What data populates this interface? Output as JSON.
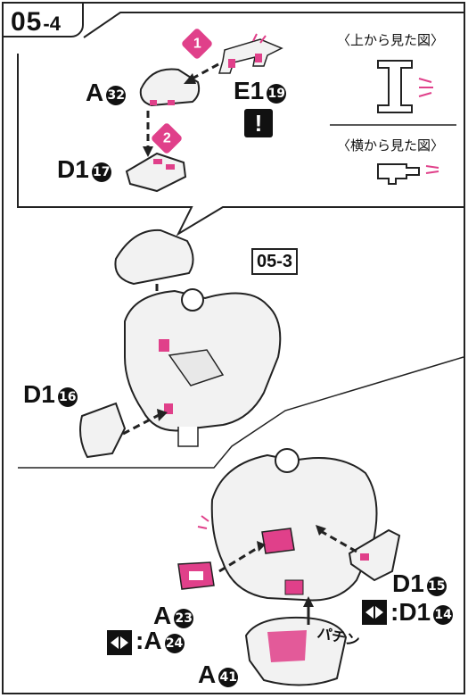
{
  "step": {
    "main": "05",
    "sub": "-4"
  },
  "top_panel": {
    "callouts": [
      {
        "num": "1"
      },
      {
        "num": "2"
      }
    ],
    "labels": {
      "a32": {
        "letter": "A",
        "num": "32"
      },
      "e1_19": {
        "letter": "E1",
        "num": "19"
      },
      "d1_17": {
        "letter": "D1",
        "num": "17"
      }
    },
    "warning": "!",
    "view_top": "〈上から見た図〉",
    "view_side": "〈横から見た図〉"
  },
  "middle": {
    "ref_step": "05-3",
    "d1_16": {
      "letter": "D1",
      "num": "16"
    }
  },
  "bottom": {
    "d1_15": {
      "letter": "D1",
      "num": "15"
    },
    "d1_14": {
      "letter": "D1",
      "num": "14"
    },
    "a23": {
      "letter": "A",
      "num": "23"
    },
    "a24": {
      "letter": "A",
      "num": "24"
    },
    "a41": {
      "letter": "A",
      "num": "41"
    },
    "sfx": "パチン"
  },
  "colors": {
    "accent": "#e0408a",
    "line": "#222222",
    "part_fill": "#f2f2f2"
  }
}
